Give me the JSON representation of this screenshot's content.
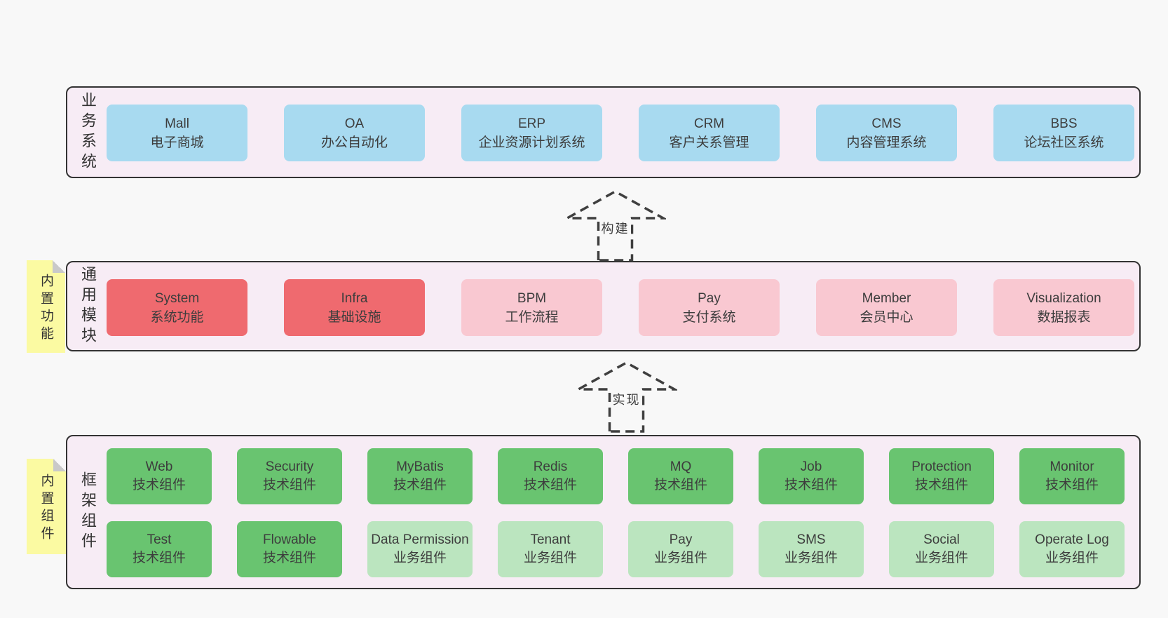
{
  "diagram": {
    "palette": {
      "page_bg": "#f8f8f8",
      "section_bg": "#f7ecf5",
      "section_border": "#333333",
      "blue": "#a8daf0",
      "red": "#ef6a6f",
      "pink": "#f9c8d1",
      "green": "#69c470",
      "light_green": "#bbe5bf",
      "sticky_yellow": "#fbfaa2",
      "text": "#3d3d3d"
    },
    "arrows": {
      "build": "构建",
      "implement": "实现"
    },
    "sections": {
      "business": {
        "label": "业务系统",
        "items": [
          {
            "en": "Mall",
            "zh": "电子商城"
          },
          {
            "en": "OA",
            "zh": "办公自动化"
          },
          {
            "en": "ERP",
            "zh": "企业资源计划系统"
          },
          {
            "en": "CRM",
            "zh": "客户关系管理"
          },
          {
            "en": "CMS",
            "zh": "内容管理系统"
          },
          {
            "en": "BBS",
            "zh": "论坛社区系统"
          }
        ]
      },
      "modules": {
        "label": "通用模块",
        "sticky": "内置功能",
        "items": [
          {
            "en": "System",
            "zh": "系统功能"
          },
          {
            "en": "Infra",
            "zh": "基础设施"
          },
          {
            "en": "BPM",
            "zh": "工作流程"
          },
          {
            "en": "Pay",
            "zh": "支付系统"
          },
          {
            "en": "Member",
            "zh": "会员中心"
          },
          {
            "en": "Visualization",
            "zh": "数据报表"
          }
        ]
      },
      "components": {
        "label": "框架组件",
        "sticky": "内置组件",
        "row1": [
          {
            "en": "Web",
            "zh": "技术组件"
          },
          {
            "en": "Security",
            "zh": "技术组件"
          },
          {
            "en": "MyBatis",
            "zh": "技术组件"
          },
          {
            "en": "Redis",
            "zh": "技术组件"
          },
          {
            "en": "MQ",
            "zh": "技术组件"
          },
          {
            "en": "Job",
            "zh": "技术组件"
          },
          {
            "en": "Protection",
            "zh": "技术组件"
          },
          {
            "en": "Monitor",
            "zh": "技术组件"
          }
        ],
        "row2": [
          {
            "en": "Test",
            "zh": "技术组件"
          },
          {
            "en": "Flowable",
            "zh": "技术组件"
          },
          {
            "en": "Data Permission",
            "zh": "业务组件"
          },
          {
            "en": "Tenant",
            "zh": "业务组件"
          },
          {
            "en": "Pay",
            "zh": "业务组件"
          },
          {
            "en": "SMS",
            "zh": "业务组件"
          },
          {
            "en": "Social",
            "zh": "业务组件"
          },
          {
            "en": "Operate Log",
            "zh": "业务组件"
          }
        ]
      }
    }
  }
}
